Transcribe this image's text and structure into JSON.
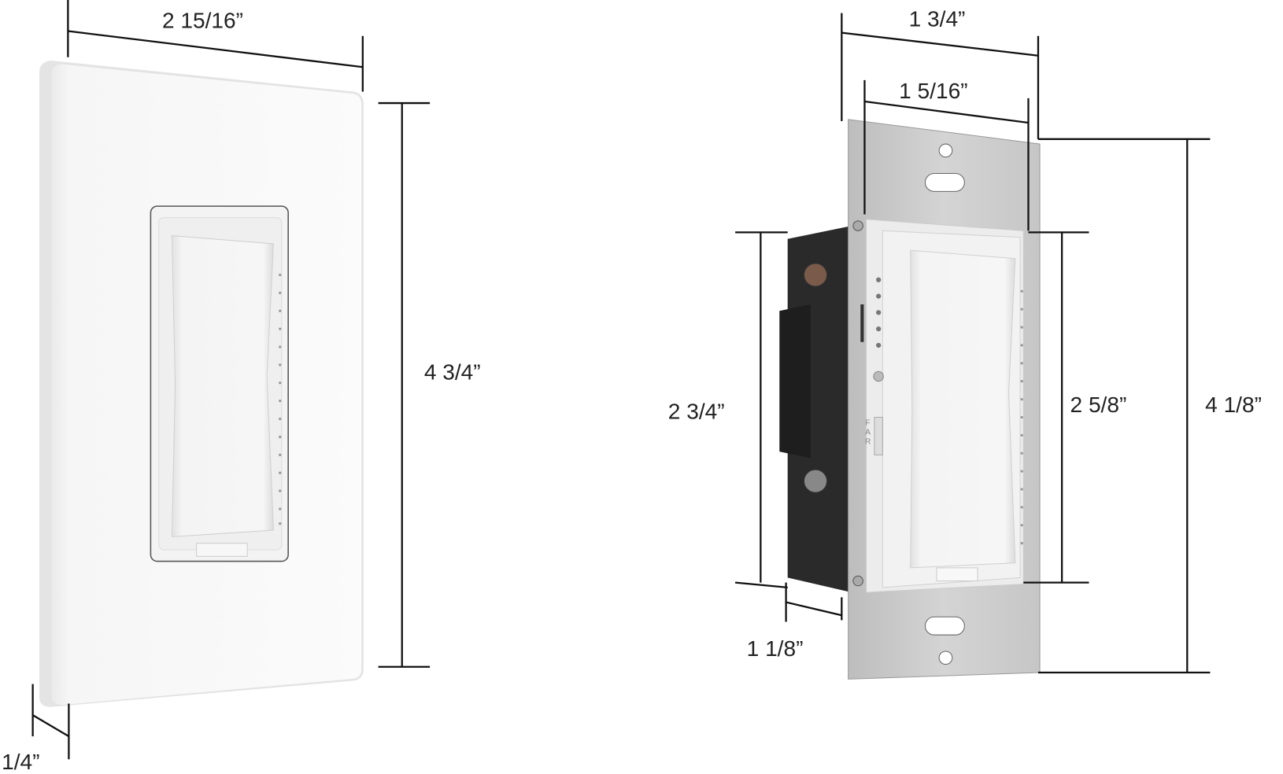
{
  "front_view": {
    "width_label": "2 15/16”",
    "height_label": "4 3/4”",
    "depth_label": "1/4”"
  },
  "side_view": {
    "plate_width_label": "1 3/4”",
    "body_width_label": "1 5/16”",
    "body_height_label": "2 3/4”",
    "rocker_height_label": "2 5/8”",
    "plate_height_label": "4 1/8”",
    "depth_label": "1 1/8”",
    "switch_labels": "FAR"
  }
}
